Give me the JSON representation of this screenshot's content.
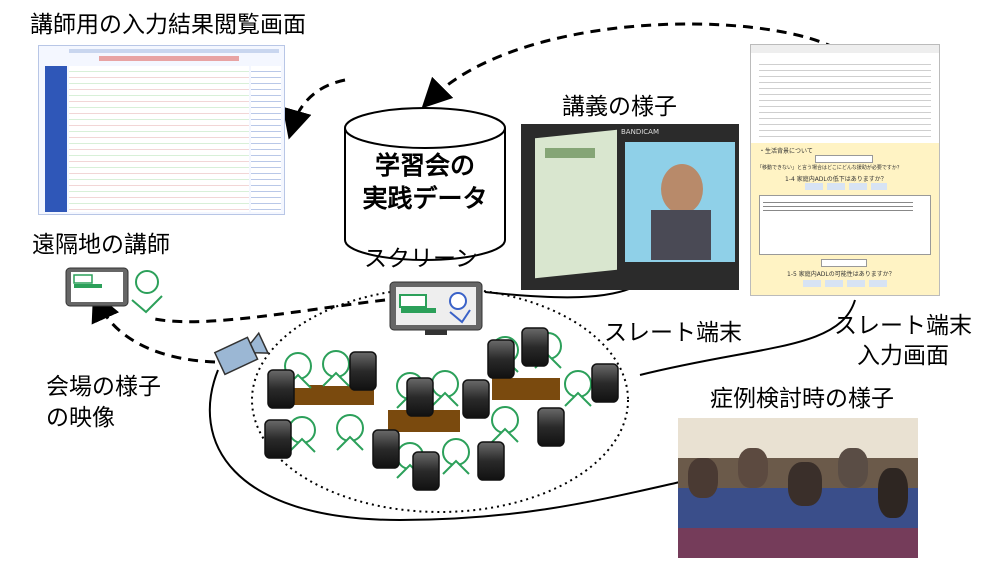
{
  "labels": {
    "instructor_view": "講師用の入力結果閲覧画面",
    "lecture_scene": "講義の様子",
    "database_line1": "学習会の",
    "database_line2": "実践データ",
    "remote_instructor": "遠隔地の講師",
    "screen": "スクリーン",
    "slate_terminal": "スレート端末",
    "slate_input_line1": "スレート端末",
    "slate_input_line2": "入力画面",
    "venue_video_line1": "会場の様子",
    "venue_video_line2": "の映像",
    "case_review": "症例検討時の様子"
  },
  "tablet": {
    "question_header": "・生活背景について",
    "question_1": "「移動できない」と言う場合はどこにどんな援助が必要ですか？",
    "question_2": "1-4 家庭内ADLの低下はありますか？",
    "question_3": "1-5 家庭内ADLの可能性はありますか？",
    "bandicam": "BANDICAM"
  },
  "colors": {
    "accent_green": "#2ca05a",
    "table_brown": "#7a4a0e",
    "tablet_body": "#3a3a3a",
    "screen_blue": "#3a62c8",
    "database_fill": "#ffffff"
  }
}
